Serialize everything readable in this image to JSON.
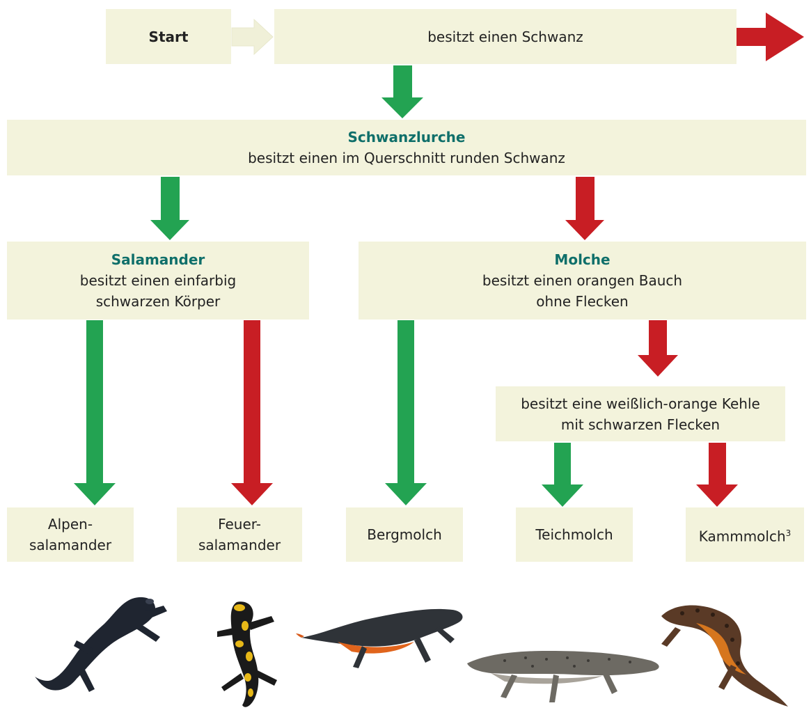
{
  "start": {
    "label": "Start"
  },
  "q1": {
    "text": "besitzt einen Schwanz"
  },
  "schwanzlurche": {
    "title": "Schwanzlurche",
    "text": "besitzt einen im Querschnitt runden Schwanz"
  },
  "salamander": {
    "title": "Salamander",
    "text_line1": "besitzt einen einfarbig",
    "text_line2": "schwarzen Körper"
  },
  "molche": {
    "title": "Molche",
    "text_line1": "besitzt einen orangen Bauch",
    "text_line2": "ohne Flecken"
  },
  "kehle": {
    "text_line1": "besitzt eine weißlich-orange Kehle",
    "text_line2": "mit schwarzen Flecken"
  },
  "leaves": {
    "alpen": {
      "line1": "Alpen-",
      "line2": "salamander"
    },
    "feuer": {
      "line1": "Feuer-",
      "line2": "salamander"
    },
    "berg": {
      "text": "Bergmolch"
    },
    "teich": {
      "text": "Teichmolch"
    },
    "kamm": {
      "text": "Kammmolch",
      "sup": "3"
    }
  },
  "colors": {
    "yes": "#23a352",
    "no": "#c81e24",
    "start_arrow": "#f0f0d8",
    "box": "#f3f3dc",
    "title": "#0f6f6a"
  },
  "images": [
    "alpensalamander-photo",
    "feuersalamander-photo",
    "bergmolch-photo",
    "teichmolch-photo",
    "kammmolch-photo"
  ]
}
